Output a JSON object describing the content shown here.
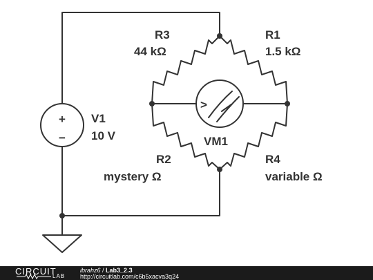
{
  "circuit": {
    "v1": {
      "name": "V1",
      "value": "10 V",
      "plus": "+",
      "minus": "−"
    },
    "r1": {
      "name": "R1",
      "value": "1.5 kΩ"
    },
    "r2": {
      "name": "R2",
      "value": "mystery Ω"
    },
    "r3": {
      "name": "R3",
      "value": "44 kΩ"
    },
    "r4": {
      "name": "R4",
      "value": "variable Ω"
    },
    "vm1": {
      "name": "VM1",
      "symbol": ">"
    }
  },
  "footer": {
    "logo_top": "CIRCUIT",
    "logo_bottom": "LAB",
    "user": "ibrahz6",
    "separator": " / ",
    "project": "Lab3_2.3",
    "url": "http://circuitlab.com/c6b5xacva3q24"
  },
  "colors": {
    "ink": "#333333",
    "footer_bg": "#1b1b1b",
    "footer_text": "#ffffff"
  }
}
